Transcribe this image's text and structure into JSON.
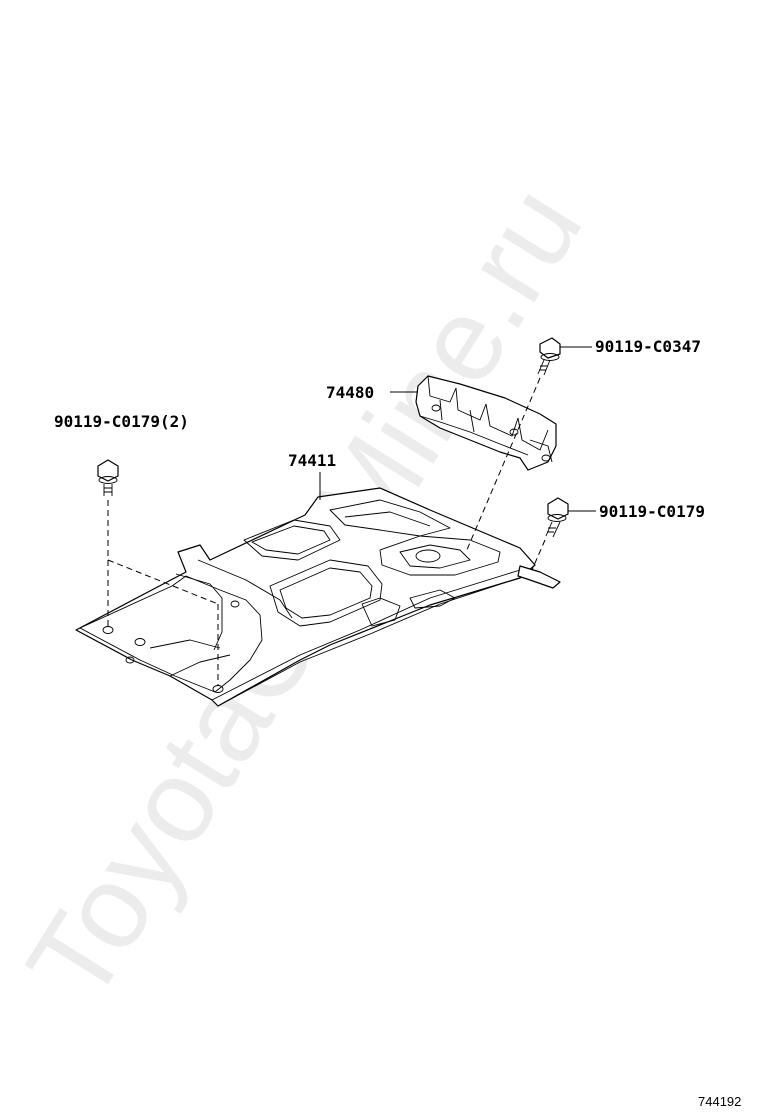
{
  "diagram": {
    "watermark": "ToyotaCarMine.ru",
    "reference_number": "744192",
    "parts": [
      {
        "number": "90119-C0347"
      },
      {
        "number": "74480"
      },
      {
        "number": "90119-C0179(2)"
      },
      {
        "number": "74411"
      },
      {
        "number": "90119-C0179"
      }
    ]
  }
}
